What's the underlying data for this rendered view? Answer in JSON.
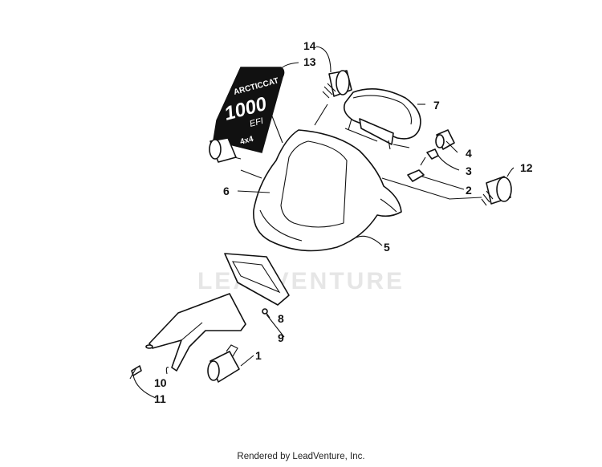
{
  "watermark": "LEADVENTURE",
  "footer": "Rendered by LeadVenture, Inc.",
  "decal": {
    "brand": "ARCTICCAT",
    "model": "1000",
    "suffix": "EFI",
    "drive": "4x4"
  },
  "callouts": {
    "c1": "1",
    "c2": "2",
    "c3": "3",
    "c4": "4",
    "c5": "5",
    "c6": "6",
    "c7": "7",
    "c8": "8",
    "c9": "9",
    "c10": "10",
    "c11": "11",
    "c12": "12",
    "c13": "13",
    "c14": "14"
  }
}
